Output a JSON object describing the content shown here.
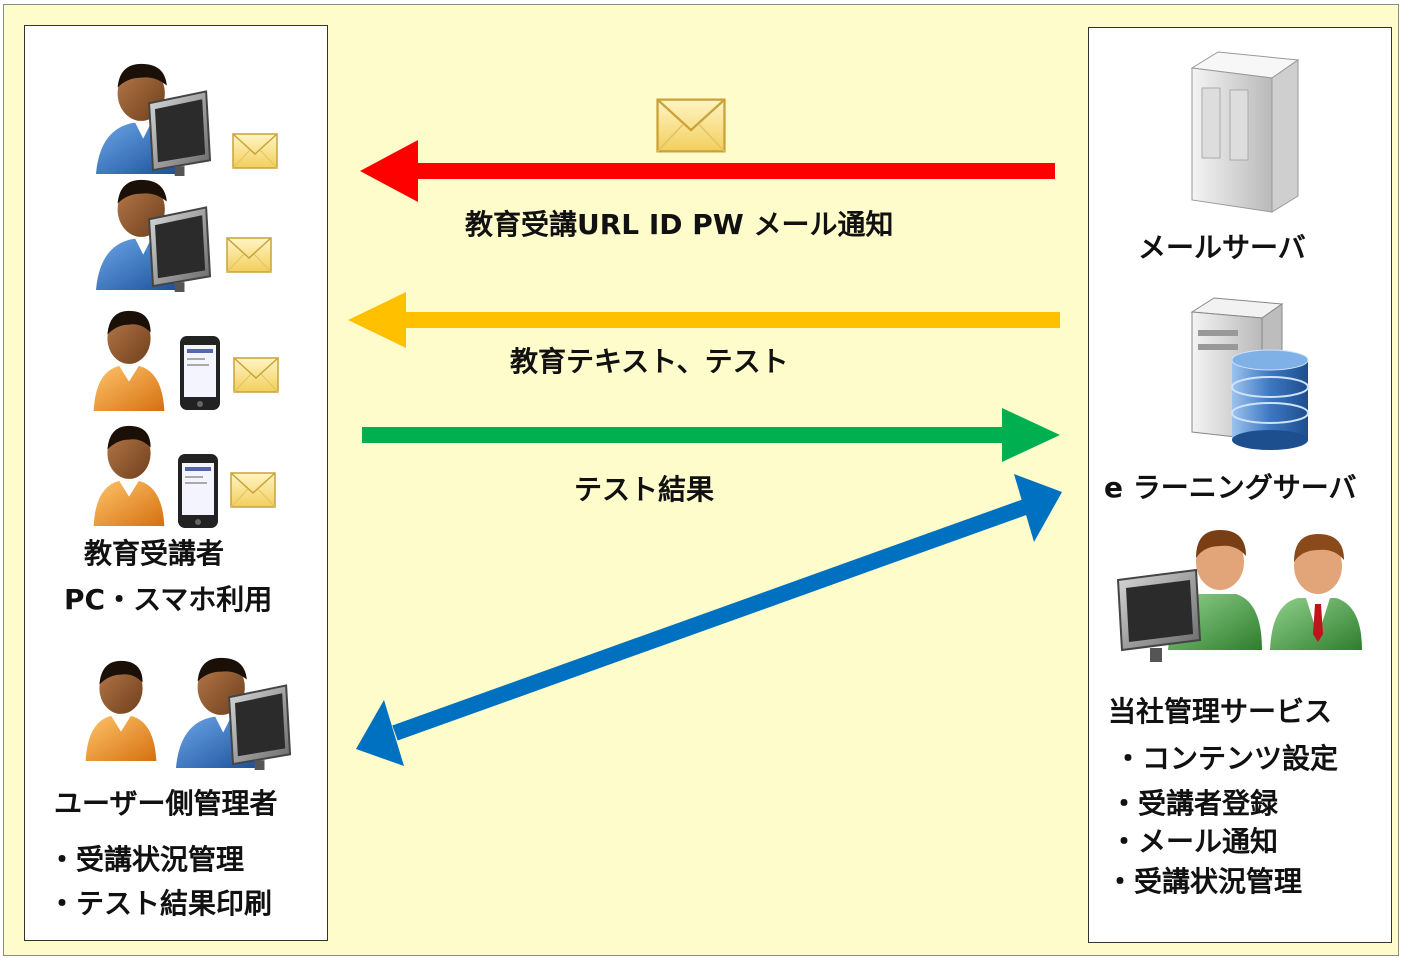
{
  "left_panel": {
    "learners_title": "教育受講者",
    "learners_sub": "PC・スマホ利用",
    "admin_title": "ユーザー側管理者",
    "admin_items": [
      "・受講状況管理",
      "・テスト結果印刷"
    ]
  },
  "arrows": [
    {
      "label": "教育受講URL ID PW メール通知",
      "color": "#ff0000",
      "direction": "to-left"
    },
    {
      "label": "教育テキスト、テスト",
      "color": "#ffc000",
      "direction": "to-left"
    },
    {
      "label": "テスト結果",
      "color": "#00b050",
      "direction": "to-right"
    },
    {
      "label": "",
      "color": "#0070c0",
      "direction": "both"
    }
  ],
  "right_panel": {
    "mail_server": "メールサーバ",
    "elearning_server": "e ラーニングサーバ",
    "service_title": "当社管理サービス",
    "service_items": [
      "・コンテンツ設定",
      "・受講者登録",
      "・メール通知",
      "・受講状況管理"
    ]
  },
  "icons": {
    "person_pc": "person-at-computer-icon",
    "person": "person-icon",
    "smartphone": "smartphone-icon",
    "mail": "envelope-icon",
    "server": "server-tower-icon",
    "database": "database-icon"
  }
}
